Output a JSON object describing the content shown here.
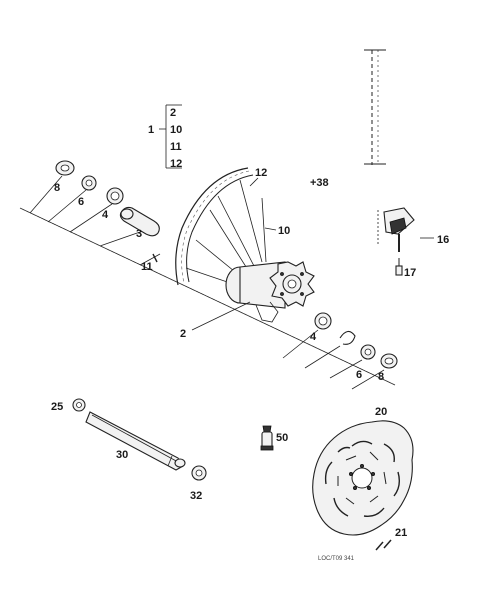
{
  "labels": {
    "l_1": "1",
    "l_1_2": "2",
    "l_1_10": "10",
    "l_1_11": "11",
    "l_1_12": "12",
    "l_8a": "8",
    "l_6a": "6",
    "l_4a": "4",
    "l_3": "3",
    "l_11": "11",
    "l_12": "12",
    "l_38": "+38",
    "l_10": "10",
    "l_16": "16",
    "l_17": "17",
    "l_2": "2",
    "l_4b": "4",
    "l_6b": "6",
    "l_8b": "8",
    "l_25": "25",
    "l_30": "30",
    "l_32": "32",
    "l_50": "50",
    "l_20": "20",
    "l_21": "21",
    "code": "LOC/T09 341"
  },
  "icons": {
    "spoke": "spoke-icon",
    "wheel": "wheel-icon",
    "disc": "brake-disc-icon"
  }
}
